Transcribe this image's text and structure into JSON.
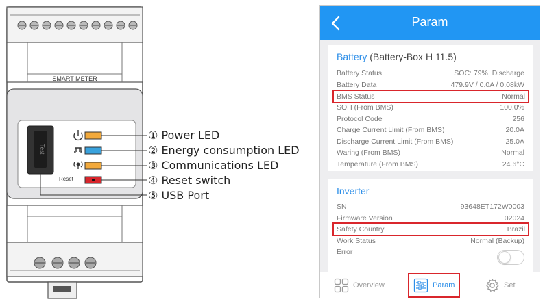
{
  "meter": {
    "brand_label": "SMART METER",
    "usb_text": "Test",
    "reset_label": "Reset",
    "callouts": [
      {
        "number": "①",
        "text": "Power LED"
      },
      {
        "number": "②",
        "text": "Energy consumption LED"
      },
      {
        "number": "③",
        "text": "Communications LED"
      },
      {
        "number": "④",
        "text": "Reset switch"
      },
      {
        "number": "⑤",
        "text": "USB Port"
      }
    ],
    "colors": {
      "power_led": "#f2a93b",
      "energy_led": "#39a2dd",
      "comm_led": "#f2a93b",
      "reset_switch": "#d8262c"
    }
  },
  "app": {
    "header": {
      "title": "Param",
      "back_icon": "chevron-left-icon",
      "color": "#2196f3"
    },
    "battery": {
      "title": "Battery",
      "subtitle": "(Battery-Box H 11.5)",
      "rows": [
        {
          "label": "Battery Status",
          "value": "SOC: 79%, Discharge"
        },
        {
          "label": "Battery Data",
          "value": "479.9V / 0.0A / 0.08kW"
        },
        {
          "label": "BMS Status",
          "value": "Normal"
        },
        {
          "label": "SOH (From BMS)",
          "value": "100.0%"
        },
        {
          "label": "Protocol Code",
          "value": "256"
        },
        {
          "label": "Charge Current Limit (From BMS)",
          "value": "20.0A"
        },
        {
          "label": "Discharge Current Limit (From BMS)",
          "value": "25.0A"
        },
        {
          "label": "Waring (From BMS)",
          "value": "Normal"
        },
        {
          "label": "Temperature (From BMS)",
          "value": "24.6°C"
        }
      ]
    },
    "inverter": {
      "title": "Inverter",
      "rows": [
        {
          "label": "SN",
          "value": "93648ET172W0003"
        },
        {
          "label": "Firmware Version",
          "value": "02024"
        },
        {
          "label": "Safety Country",
          "value": "Brazil"
        },
        {
          "label": "Work Status",
          "value": "Normal (Backup)"
        },
        {
          "label": "Error",
          "value": ""
        }
      ],
      "error_toggle_on": false
    },
    "tabs": [
      {
        "label": "Overview",
        "icon": "grid-icon",
        "active": false
      },
      {
        "label": "Param",
        "icon": "sliders-icon",
        "active": true
      },
      {
        "label": "Set",
        "icon": "gear-icon",
        "active": false
      }
    ],
    "highlight_color": "#d9262c",
    "accent_color": "#2c8ee8"
  }
}
